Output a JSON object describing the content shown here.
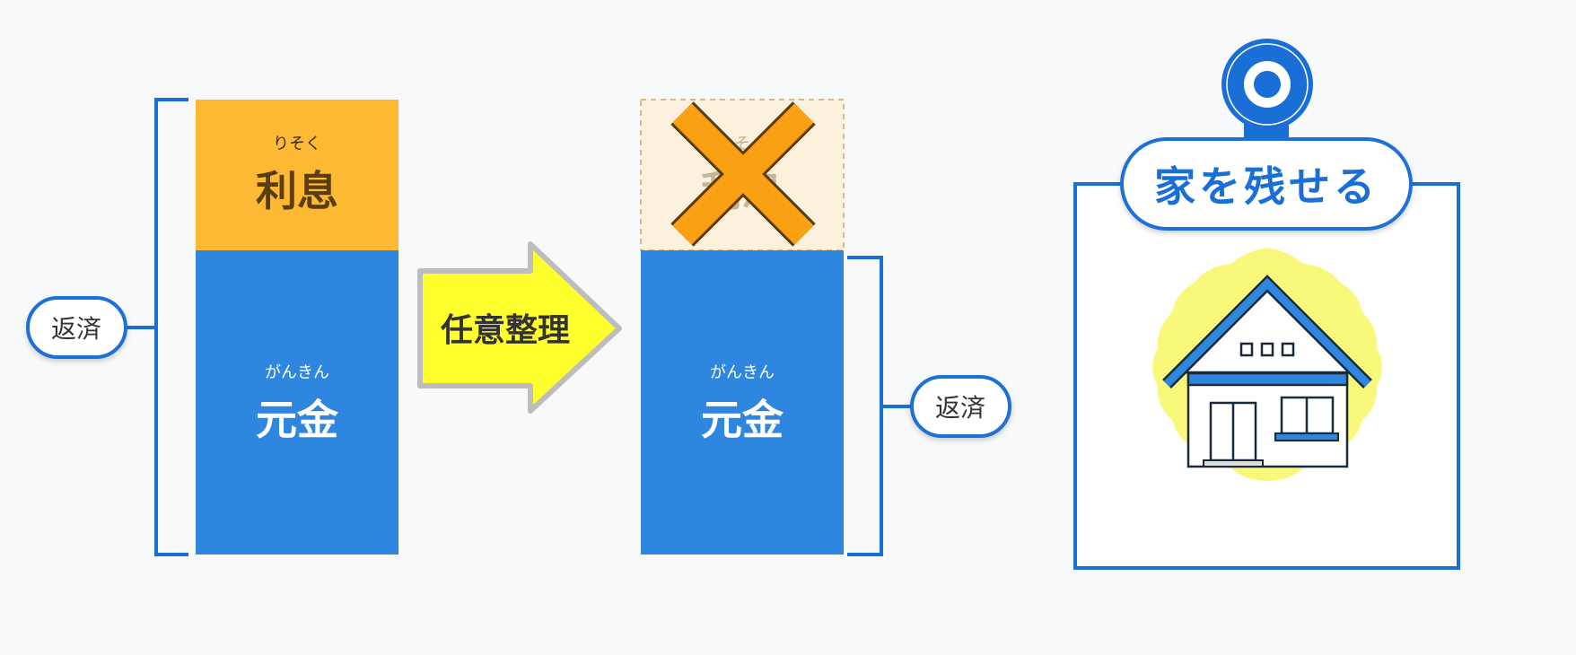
{
  "colors": {
    "background": "#f8f9fb",
    "interest": "#fdb933",
    "principal": "#2f86de",
    "bracket": "#1a6fd6",
    "arrow_fill": "#ffff2e",
    "cross_fill": "#f9a013",
    "house_glow": "#f8f97a"
  },
  "before": {
    "interest_furigana": "りそく",
    "interest_label": "利息",
    "principal_furigana": "がんきん",
    "principal_label": "元金",
    "repay_label": "返済"
  },
  "arrow": {
    "label": "任意整理"
  },
  "after": {
    "interest_furigana": "りそく",
    "interest_label": "利息",
    "principal_furigana": "がんきん",
    "principal_label": "元金",
    "repay_label": "返済"
  },
  "result": {
    "title": "家を残せる",
    "pin_icon": "pin-icon",
    "house_icon": "house-icon"
  }
}
